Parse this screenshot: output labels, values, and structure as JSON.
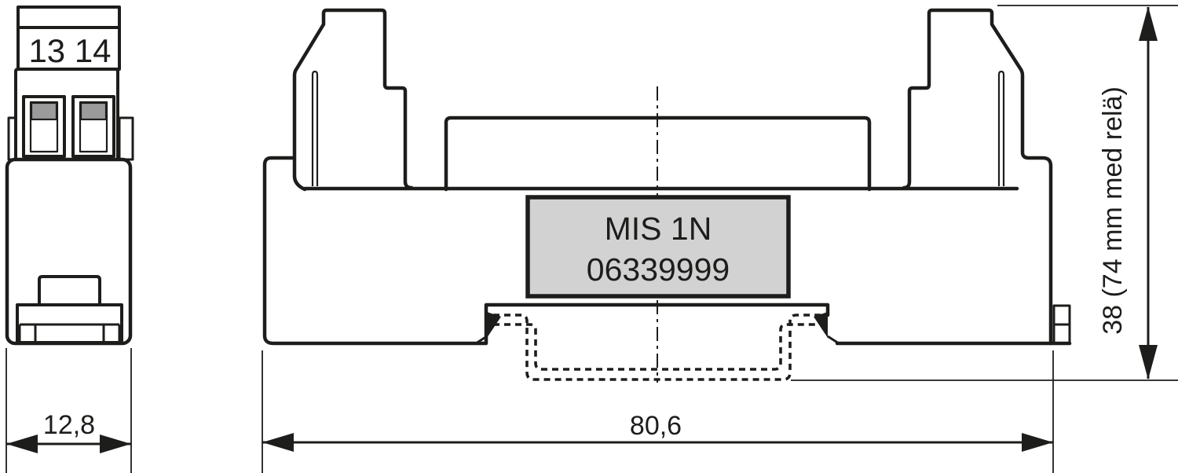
{
  "drawing": {
    "type": "technical-dimension-drawing",
    "product_label": {
      "line1": "MIS 1N",
      "line2": "06339999"
    },
    "side_view": {
      "terminal_numbers": "13 14"
    },
    "dimensions": {
      "side_width": "12,8",
      "front_width": "80,6",
      "height": "38 (74 mm med relä)"
    }
  },
  "colors": {
    "line": "#1d1d1b",
    "background": "#ffffff",
    "label_fill": "#d2d2d2",
    "terminal_fill": "#9b9b9b"
  }
}
